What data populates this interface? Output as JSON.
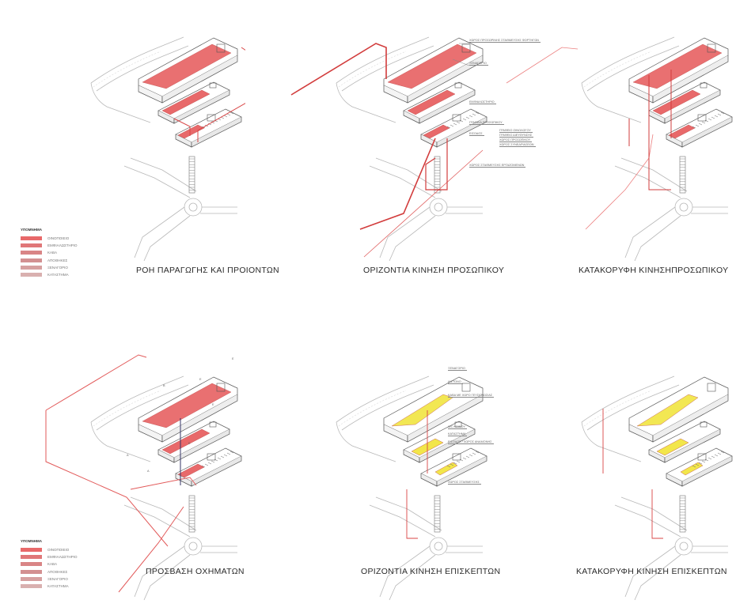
{
  "panels": [
    {
      "id": "p1",
      "title": "ΡΟΗ ΠΑΡΑΓΩΓΗΣ ΚΑΙ ΠΡΟΙΟΝΤΩΝ",
      "accent": "#e0504f"
    },
    {
      "id": "p2",
      "title": "ΟΡΙΖΟΝΤΙΑ ΚΙΝΗΣΗ ΠΡΟΣΩΠΙΚΟΥ",
      "accent": "#e0504f"
    },
    {
      "id": "p3",
      "title": "ΚΑΤΑΚΟΡΥΦΗ ΚΙΝΗΣΗΠΡΟΣΩΠΙΚΟΥ",
      "accent": "#e0504f"
    },
    {
      "id": "p4",
      "title": "ΠΡΟΣΒΑΣΗ ΟΧΗΜΑΤΩΝ",
      "accent": "#e0504f"
    },
    {
      "id": "p5",
      "title": "ΟΡΙΖΟΝΤΙΑ ΚΙΝΗΣΗ ΕΠΙΣΚΕΠΤΩΝ",
      "accent": "#f2e64a"
    },
    {
      "id": "p6",
      "title": "ΚΑΤΑΚΟΡΥΦΗ ΚΙΝΗΣΗ ΕΠΙΣΚΕΠΤΩΝ",
      "accent": "#f2e64a"
    }
  ],
  "legend_top": {
    "title": "ΥΠΟΜΝΗΜΑ",
    "items": [
      {
        "label": "ΟΙΝΟΠΟΙΕΙΟ",
        "color": "#e8696a"
      },
      {
        "label": "ΕΜΦΙΑΛΩΣΤΗΡΙΟ",
        "color": "#e07778"
      },
      {
        "label": "ΚΑΒΑ",
        "color": "#d98586"
      },
      {
        "label": "ΑΠΟΘΗΚΕΣ",
        "color": "#d39091"
      },
      {
        "label": "ΞΕΝΑΓΟΡΙΟ",
        "color": "#d6a0a0"
      },
      {
        "label": "ΚΑΤΑΣΤΗΜΑ",
        "color": "#d9b0af"
      }
    ]
  },
  "legend_bottom": {
    "title": "ΥΠΟΜΝΗΜΑ",
    "items": [
      {
        "label": "ΟΙΝΟΠΟΙΕΙΟ",
        "color": "#e8696a"
      },
      {
        "label": "ΕΜΦΙΑΛΩΣΤΗΡΙΟ",
        "color": "#e07778"
      },
      {
        "label": "ΚΑΒΑ",
        "color": "#d98586"
      },
      {
        "label": "ΑΠΟΘΗΚΕΣ",
        "color": "#d39091"
      },
      {
        "label": "ΞΕΝΑΓΟΡΙΟ",
        "color": "#d6a0a0"
      },
      {
        "label": "ΚΑΤΑΣΤΗΜΑ",
        "color": "#d9b0af"
      }
    ]
  },
  "annotations_p2": [
    "ΧΩΡΟΣ ΠΡΟΣΩΡΙΝΗΣ ΣΤΑΘΜΕΥΣΗΣ ΦΟΡΤΗΓΩΝ",
    "ΞΕΝΑΓΟΡΙΟ",
    "ΕΜΦΙΑΛΩΣΤΗΡΙΟ",
    "ΓΡΑΦΕΙΑ ΠΡΟΣΩΠΙΚΟΥ",
    "ΕΙΣΟΔΟΣ",
    "ΧΩΡΟΣ ΣΤΑΘΜΕΥΣΗΣ ΕΡΓΑΖΟΜΕΝΩΝ"
  ],
  "annotations_p3": [
    "ΓΡΑΦΕΙΟ ΟΙΝΟΛΟΓΟΥ",
    "ΓΡΑΦΕΙΟ ΔΙΕΥΘΥΝΣΗΣ",
    "ΧΩΡΟΣ ΠΡΟΣΩΠΙΚΟΥ",
    "ΧΩΡΟΣ ΣΥΝΕΔΡΙΑΣΕΩΝ"
  ],
  "annotations_p5": [
    "ΞΕΝΑΓΟΡΙΟ",
    "ΙΑΣΤΩΝΟ",
    "ΚΑΒΑ ΜΕ ΧΩΡΟ ΓΕΥΣΙΓΝΩΣΙΑΣ",
    "WC ΚΟΙΝΟΥ",
    "ΚΑΤΑΣΤΗΜΑ",
    "ΕΙΣΟΔΟΣ / ΧΩΡΟΣ ΑΝΑΜΟΝΗΣ",
    "ΧΩΡΟΣ ΣΤΑΘΜΕΥΣΗΣ"
  ],
  "vehicle_labels": [
    "Ε",
    "Β",
    "Α",
    "Α",
    "Ε",
    "Ε",
    "Ε"
  ]
}
